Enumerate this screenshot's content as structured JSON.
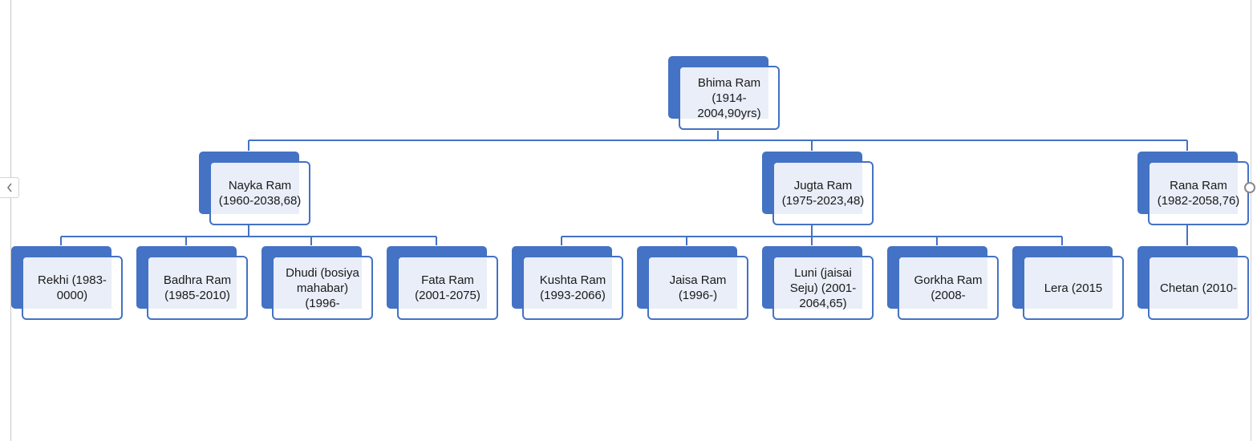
{
  "diagram": {
    "type": "org-chart",
    "colors": {
      "node_fill": "#4472c4",
      "node_border": "#4472c4",
      "node_tint": "#e9eef8",
      "connector": "#4472c4"
    },
    "root": {
      "label": "Bhima Ram\n(1914-\n2004,90yrs)",
      "children": [
        {
          "label": "Nayka Ram\n(1960-2038,68)",
          "children": [
            {
              "label": "Rekhi (1983-\n0000)"
            },
            {
              "label": "Badhra Ram\n(1985-2010)"
            },
            {
              "label": "Dhudi (bosiya\nmahabar)\n(1996-"
            },
            {
              "label": "Fata Ram\n(2001-2075)"
            }
          ]
        },
        {
          "label": "Jugta Ram\n(1975-2023,48)",
          "children": [
            {
              "label": "Kushta Ram\n(1993-2066)"
            },
            {
              "label": "Jaisa Ram\n(1996-)"
            },
            {
              "label": "Luni (jaisai\nSeju) (2001-\n2064,65)"
            },
            {
              "label": "Gorkha Ram\n(2008-"
            },
            {
              "label": "Lera  (2015"
            }
          ]
        },
        {
          "label": "Rana Ram\n(1982-2058,76)",
          "children": [
            {
              "label": "Chetan (2010-"
            }
          ]
        }
      ]
    }
  },
  "icons": {
    "collapse": "chevron-left-icon",
    "resize": "circle-handle-icon"
  }
}
